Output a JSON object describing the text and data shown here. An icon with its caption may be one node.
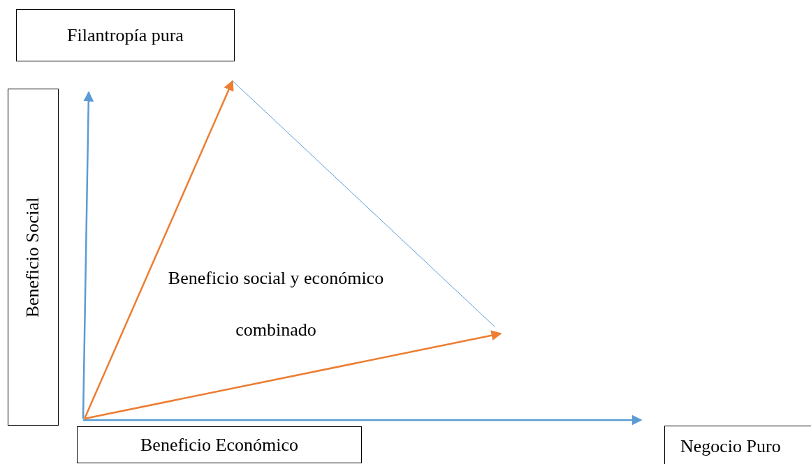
{
  "diagram": {
    "nodes": [
      {
        "text": [
          "Filantropía pura"
        ]
      },
      {
        "text": [
          "Beneficio Social"
        ]
      },
      {
        "text": [
          "Beneficio Económico"
        ]
      },
      {
        "text": [
          "Negocio Puro"
        ]
      }
    ],
    "labels": [
      "Beneficio social y económico combinado"
    ]
  }
}
